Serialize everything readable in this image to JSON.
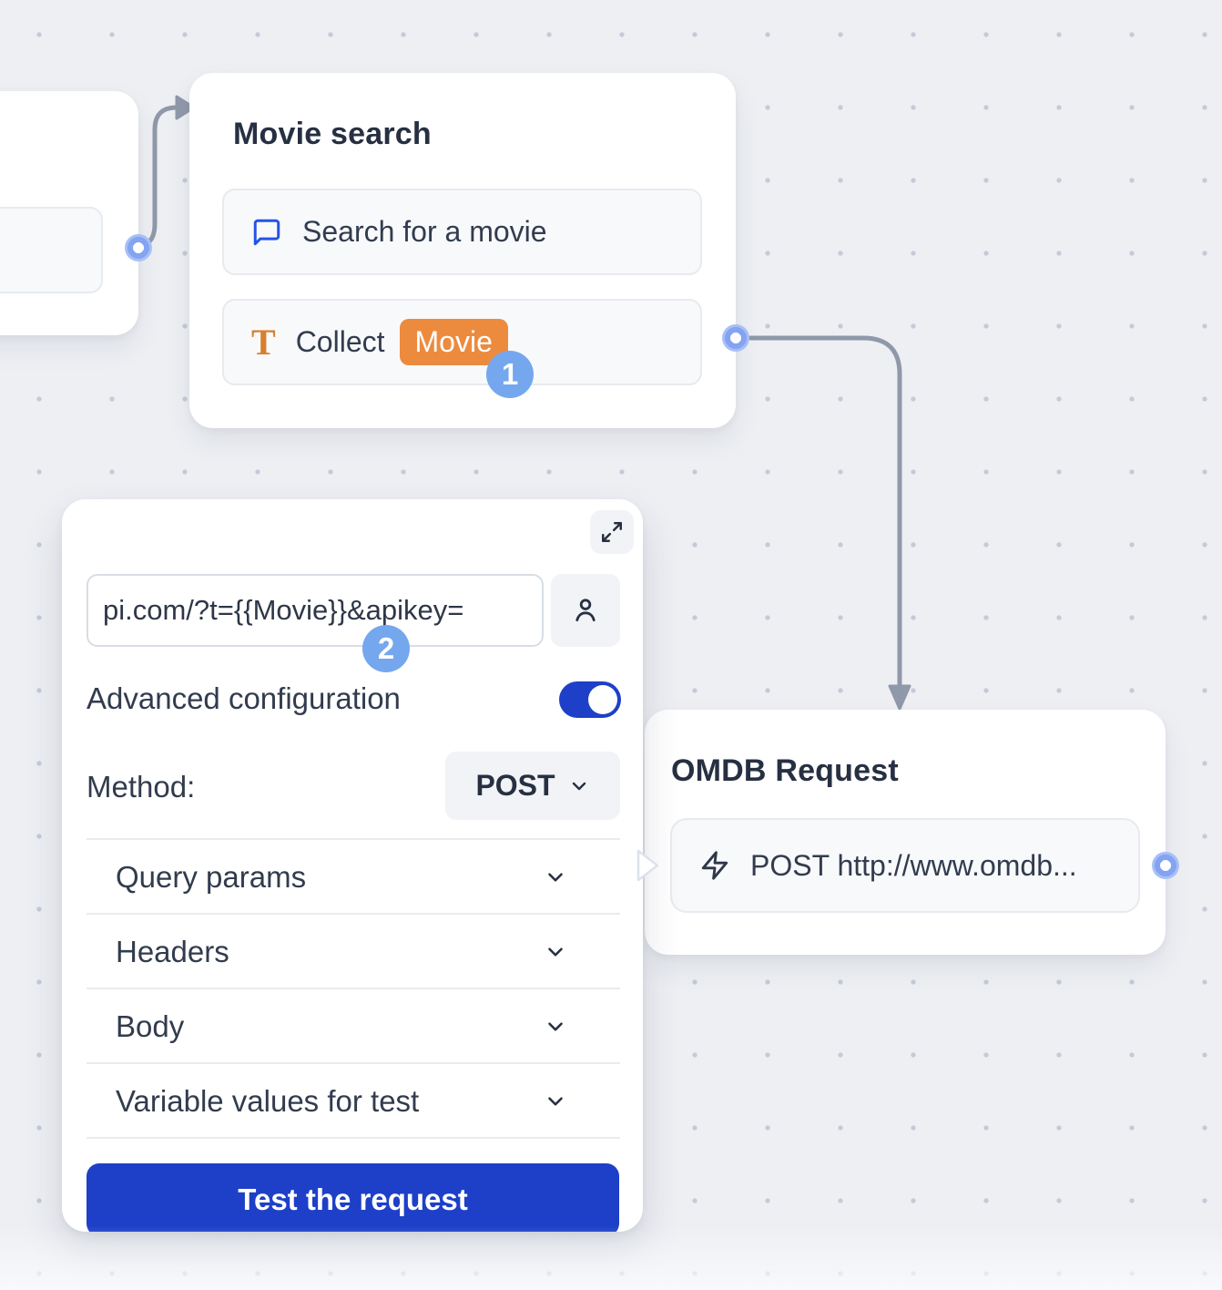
{
  "colors": {
    "accent_blue": "#1e40c8",
    "badge_blue": "#75a7ef",
    "port_blue": "#84a3f1",
    "chip_orange": "#ec8b3e",
    "icon_blue": "#2453e6",
    "connector_gray": "#9099a9",
    "canvas_bg": "#edeff3",
    "text_dark": "#2e3748"
  },
  "movie_node": {
    "title": "Movie search",
    "blocks": [
      {
        "icon": "chat-bubble-icon",
        "label": "Search for a movie"
      },
      {
        "icon": "text-input-icon",
        "icon_glyph": "T",
        "label": "Collect",
        "chip": "Movie"
      }
    ]
  },
  "omdb_node": {
    "title": "OMDB Request",
    "block": {
      "icon": "zap-icon",
      "label": "POST http://www.omdb..."
    }
  },
  "panel": {
    "expand_icon": "expand-icon",
    "url_value": "pi.com/?t={{Movie}}&apikey=",
    "user_icon": "person-icon",
    "advanced_label": "Advanced configuration",
    "advanced_toggle_state": "on",
    "method_label": "Method:",
    "method_value": "POST",
    "sections": [
      {
        "label": "Query params"
      },
      {
        "label": "Headers"
      },
      {
        "label": "Body"
      },
      {
        "label": "Variable values for test"
      }
    ],
    "test_button_label": "Test the request"
  },
  "badges": {
    "step1": "1",
    "step2": "2"
  }
}
